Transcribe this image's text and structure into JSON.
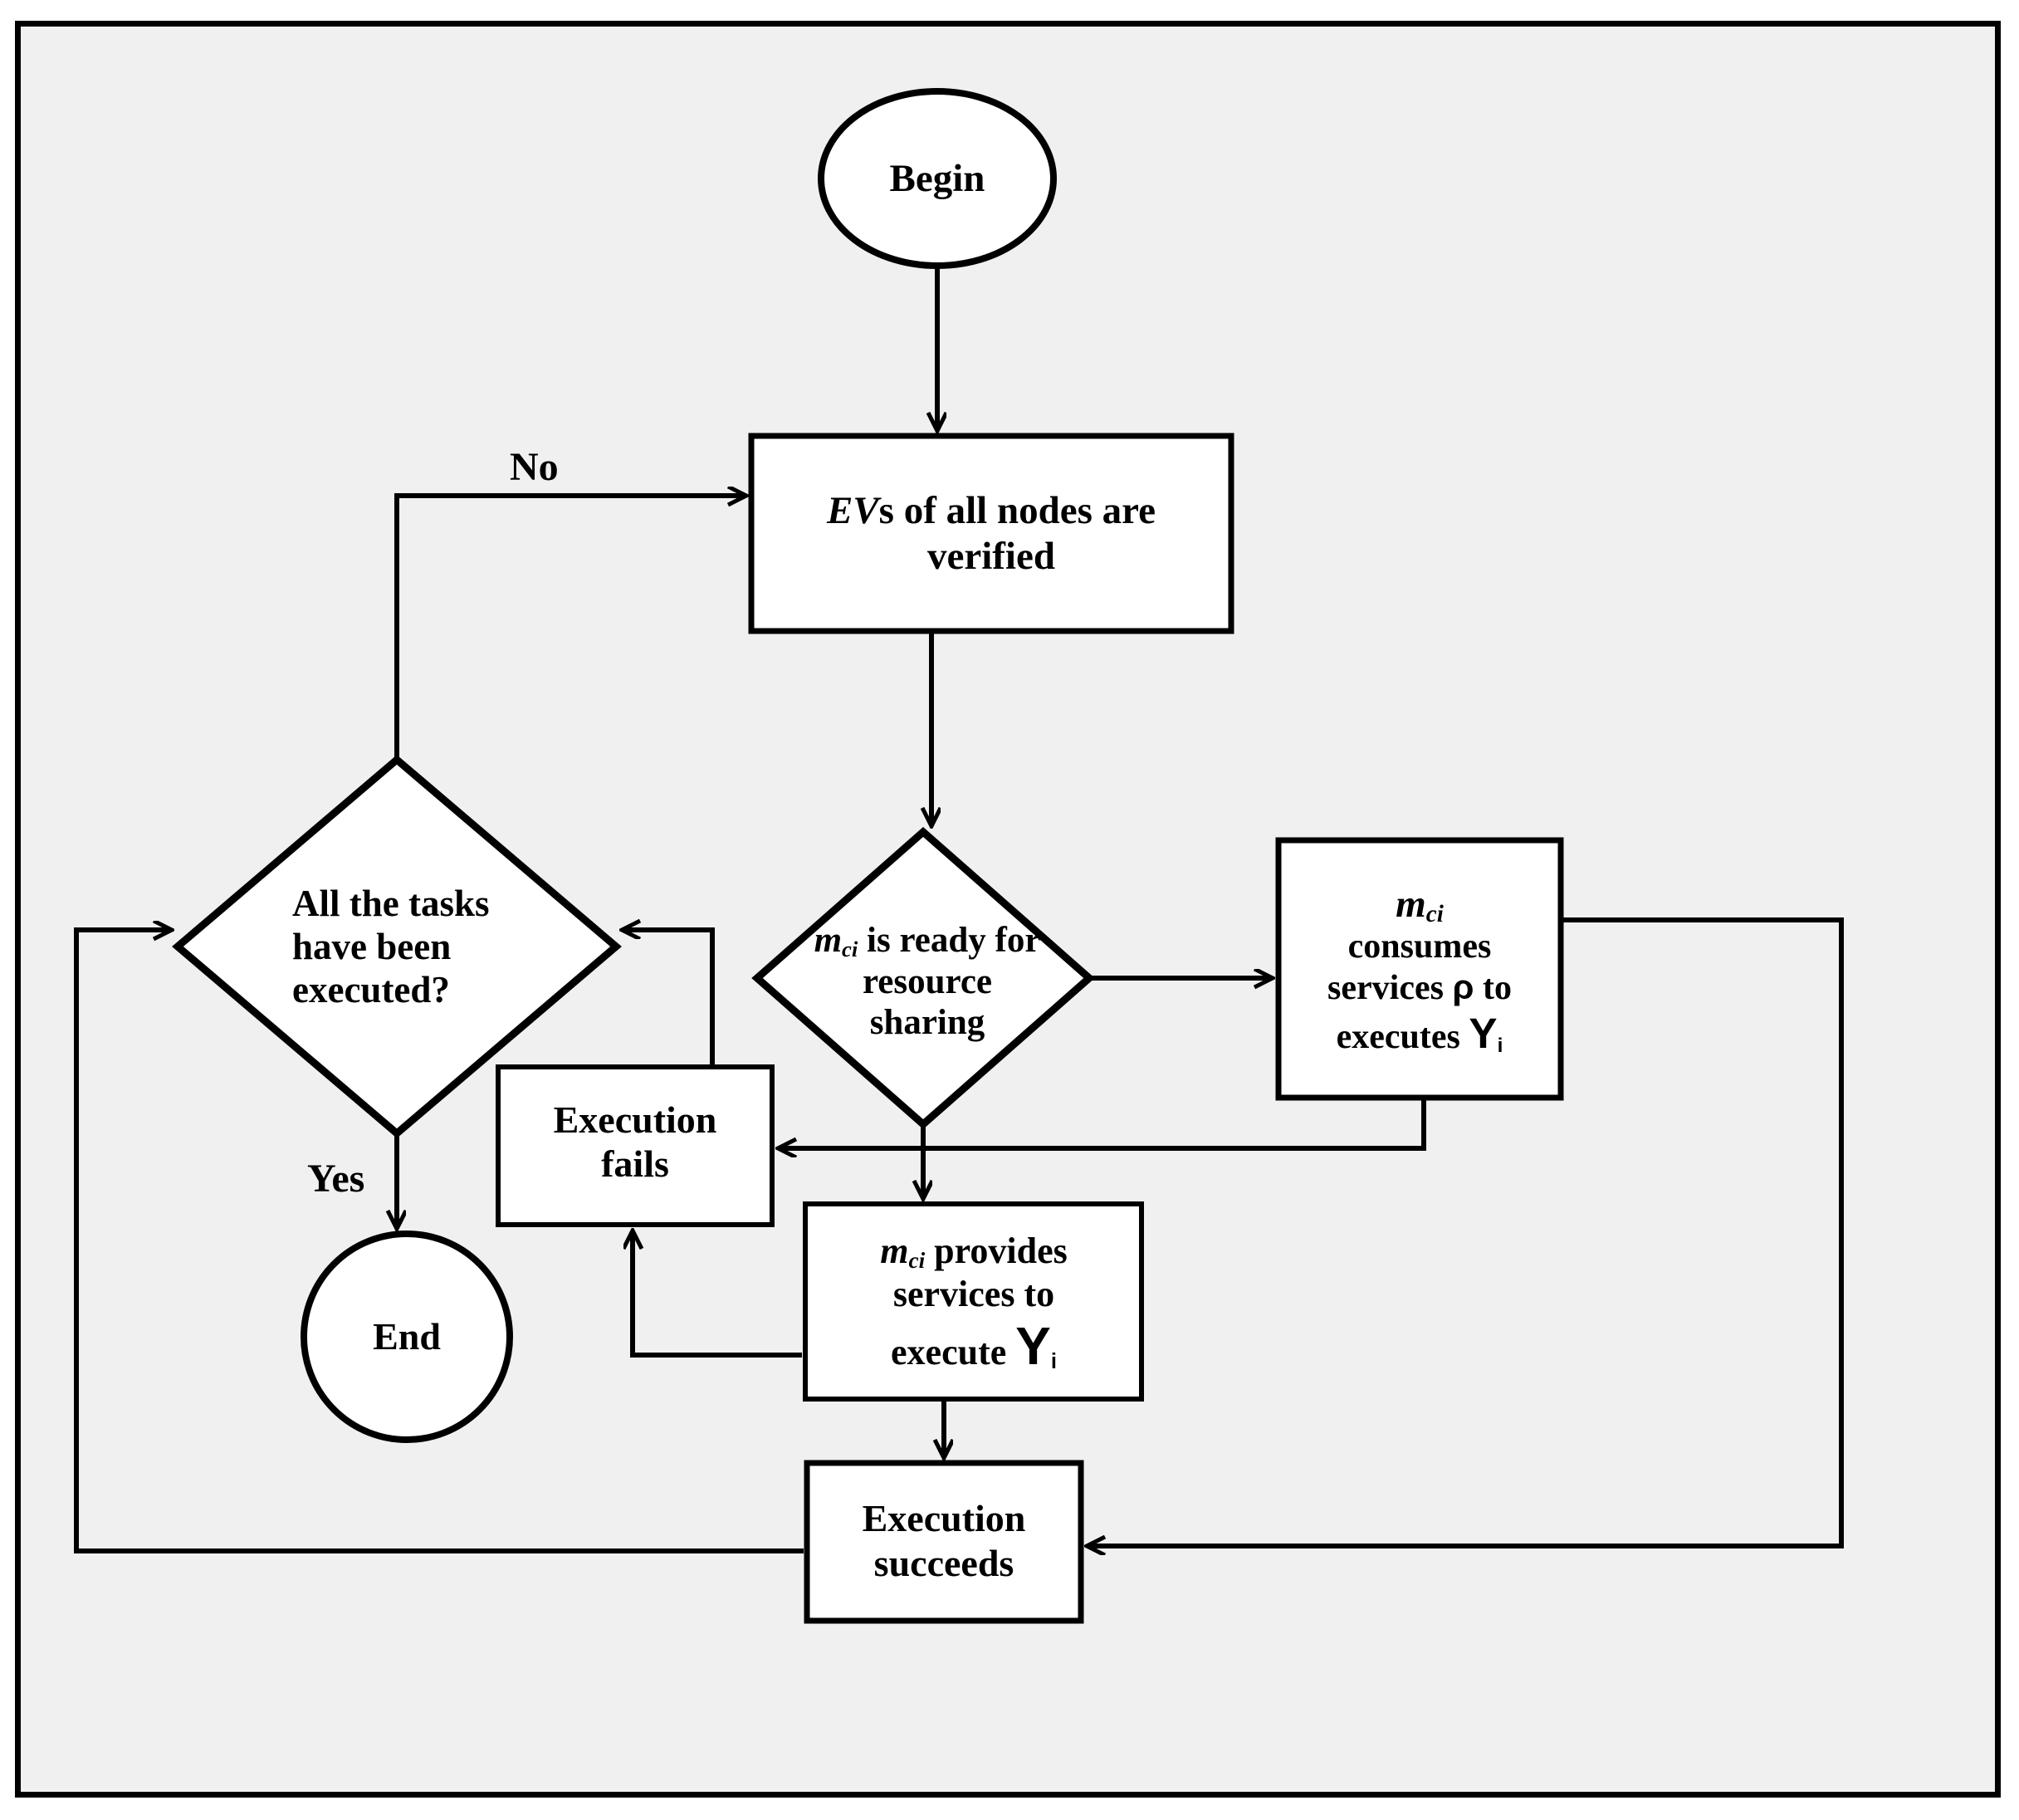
{
  "figure": {
    "type": "flowchart",
    "background_color": "#f0f0f0",
    "border_color": "#000000",
    "shape_fill": "#ffffff",
    "line_color": "#000000"
  },
  "nodes": {
    "begin": {
      "shape": "ellipse",
      "label": "Begin"
    },
    "verify": {
      "shape": "rectangle",
      "label_line1_italic": "EV",
      "label_line1_rest": "s of all nodes are",
      "label_line2": "verified",
      "label_plain": "EVs of all nodes are verified"
    },
    "all_tasks": {
      "shape": "diamond",
      "label_line1": "All the tasks",
      "label_line2": "have been",
      "label_line3": "executed?",
      "label_plain": "All the tasks have been executed?"
    },
    "ready": {
      "shape": "diamond",
      "label_symbol": "m",
      "label_subscript": "ci",
      "label_line1_rest": " is ready for",
      "label_line2": "resource",
      "label_line3": "sharing",
      "label_plain": "mci is ready for resource sharing"
    },
    "consumes": {
      "shape": "rectangle",
      "label_symbol": "m",
      "label_subscript": "ci",
      "label_line2": "consumes",
      "label_line3_a": "services ",
      "label_line3_rho": "ρ",
      "label_line3_b": " to",
      "label_line4_a": "executes ",
      "label_line4_upsilon": "Υ",
      "label_line4_sub": "i",
      "label_plain": "mci consumes services ρ to executes Υi"
    },
    "provides": {
      "shape": "rectangle",
      "label_symbol": "m",
      "label_subscript": "ci",
      "label_line1_rest": " provides",
      "label_line2": "services to",
      "label_line3_a": "execute  ",
      "label_line3_upsilon": "Υ",
      "label_line3_sub": "i",
      "label_plain": "mci provides services to execute Υi"
    },
    "fails": {
      "shape": "rectangle",
      "label_line1": "Execution",
      "label_line2": "fails",
      "label_plain": "Execution fails"
    },
    "succeeds": {
      "shape": "rectangle",
      "label_line1": "Execution",
      "label_line2": "succeeds",
      "label_plain": "Execution succeeds"
    },
    "end": {
      "shape": "circle",
      "label": "End"
    }
  },
  "edge_labels": {
    "no": "No",
    "yes": "Yes"
  },
  "edges": [
    {
      "from": "begin",
      "to": "verify",
      "label": ""
    },
    {
      "from": "verify",
      "to": "ready",
      "label": ""
    },
    {
      "from": "ready",
      "to": "consumes",
      "label": ""
    },
    {
      "from": "ready",
      "to": "provides",
      "label": ""
    },
    {
      "from": "consumes",
      "to": "fails",
      "label": ""
    },
    {
      "from": "consumes",
      "to": "succeeds",
      "label": ""
    },
    {
      "from": "provides",
      "to": "succeeds",
      "label": ""
    },
    {
      "from": "provides",
      "to": "fails",
      "label": ""
    },
    {
      "from": "fails",
      "to": "all_tasks",
      "label": ""
    },
    {
      "from": "succeeds",
      "to": "all_tasks",
      "label": ""
    },
    {
      "from": "all_tasks",
      "to": "verify",
      "label": "No"
    },
    {
      "from": "all_tasks",
      "to": "end",
      "label": "Yes"
    }
  ]
}
